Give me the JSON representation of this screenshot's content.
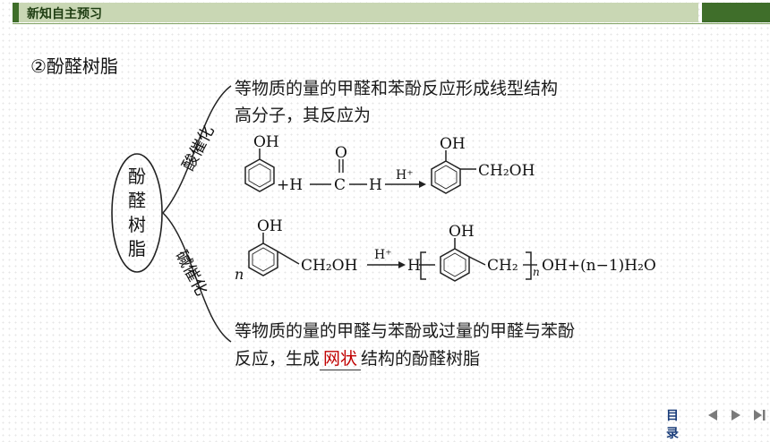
{
  "header": {
    "title": "新知自主预习"
  },
  "section_title": "②酚醛树脂",
  "center_node": "酚醛树脂",
  "branch_acid": "酸催化",
  "branch_base": "碱催化",
  "acid": {
    "line1": "等物质的量的甲醛和苯酚反应形成线型结构",
    "line2": "高分子，其反应为"
  },
  "reaction1": {
    "oh": "OH",
    "plus": "+H",
    "c": "C",
    "o": "O",
    "h": "H",
    "catalyst": "H⁺",
    "product_oh": "OH",
    "product_group": "CH₂OH"
  },
  "reaction2": {
    "n": "n",
    "oh": "OH",
    "group": "CH₂OH",
    "catalyst": "H⁺",
    "h": "H",
    "product_oh": "OH",
    "ch2": "CH₂",
    "sub_n": "n",
    "tail": "OH+(n−1)H₂O"
  },
  "base": {
    "line1": "等物质的量的甲醛与苯酚或过量的甲醛与苯酚",
    "line2_pre": "反应，生成",
    "answer": "网状",
    "line2_post": "结构的酚醛树脂"
  },
  "footer": {
    "nav_label": "目录"
  },
  "colors": {
    "header_bg": "#c9d7b4",
    "header_dark": "#3f6e2a",
    "answer": "#c00000",
    "nav": "#1a3d7a"
  }
}
